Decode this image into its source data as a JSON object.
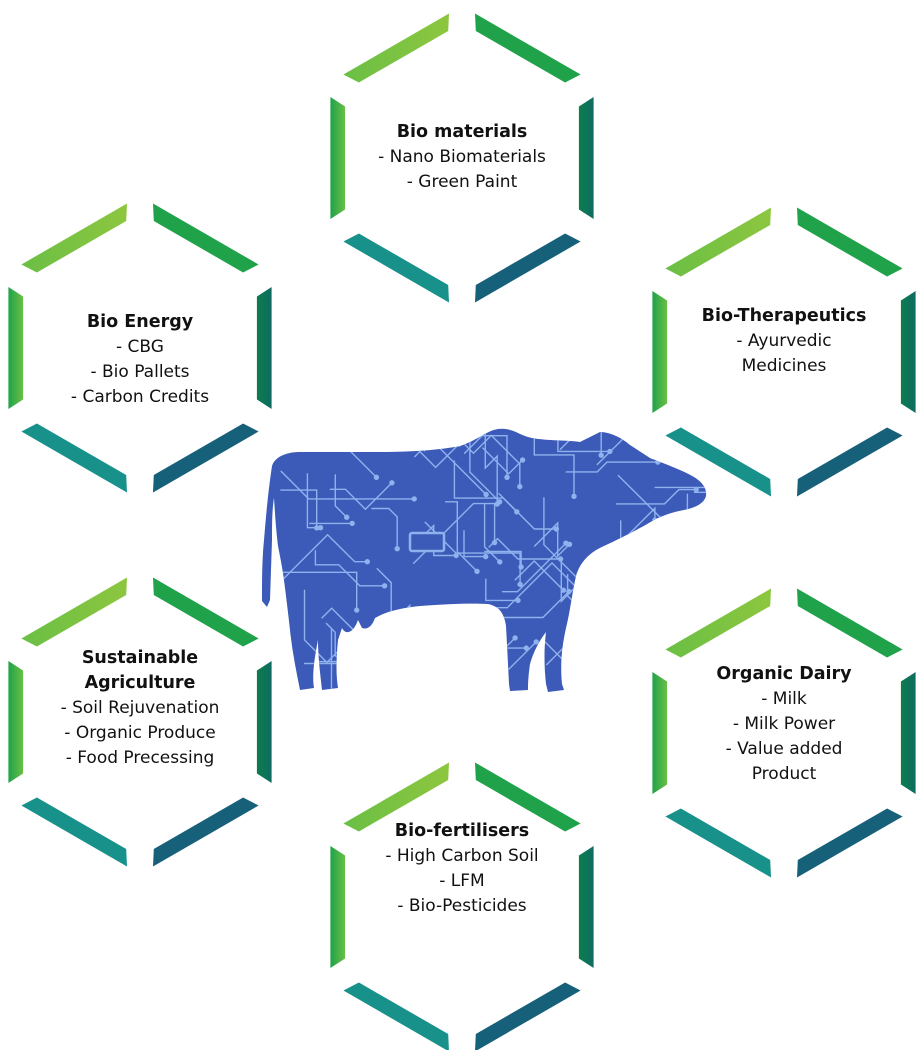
{
  "colors": {
    "light_green": "#8dc63f",
    "mid_green": "#6abf45",
    "green": "#1fa24a",
    "deep_green": "#0d7d4b",
    "dark_teal": "#0e6b63",
    "teal": "#17918a",
    "blue_teal": "#176079",
    "cow_blue": "#3c5ab7",
    "circuit_line": "#8fb2ee"
  },
  "hexagons": [
    {
      "key": "bio-materials",
      "title": "Bio materials",
      "items": [
        "- Nano Biomaterials",
        "- Green Paint"
      ]
    },
    {
      "key": "bio-energy",
      "title": "Bio Energy",
      "items": [
        "- CBG",
        "- Bio Pallets",
        "- Carbon Credits"
      ]
    },
    {
      "key": "bio-therapeutics",
      "title": "Bio-Therapeutics",
      "items": [
        "- Ayurvedic",
        "Medicines"
      ]
    },
    {
      "key": "sustainable-agriculture",
      "title": "Sustainable Agriculture",
      "items": [
        "- Soil Rejuvenation",
        "- Organic Produce",
        "- Food Precessing"
      ]
    },
    {
      "key": "organic-dairy",
      "title": "Organic Dairy",
      "items": [
        "- Milk",
        "- Milk Power",
        "- Value added",
        "Product"
      ]
    },
    {
      "key": "bio-fertilisers",
      "title": "Bio-fertilisers",
      "items": [
        "- High Carbon Soil",
        "- LFM",
        "- Bio-Pesticides"
      ]
    }
  ],
  "center_icon": "circuit-cow-icon"
}
